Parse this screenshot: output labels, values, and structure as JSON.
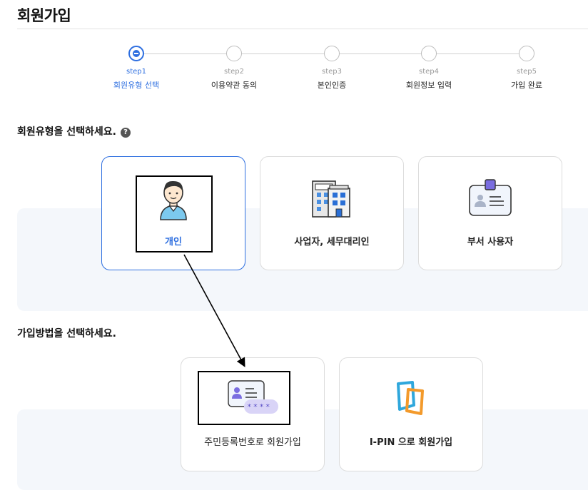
{
  "page": {
    "title": "회원가입"
  },
  "stepper": {
    "steps": [
      {
        "num": "step1",
        "name": "회원유형 선택",
        "active": true
      },
      {
        "num": "step2",
        "name": "이용약관 동의",
        "active": false
      },
      {
        "num": "step3",
        "name": "본인인증",
        "active": false
      },
      {
        "num": "step4",
        "name": "회원정보 입력",
        "active": false
      },
      {
        "num": "step5",
        "name": "가입 완료",
        "active": false
      }
    ]
  },
  "member_type": {
    "heading": "회원유형을 선택하세요.",
    "help_icon": "?",
    "options": [
      {
        "label": "개인",
        "icon": "person-icon",
        "selected": true
      },
      {
        "label": "사업자, 세무대리인",
        "icon": "building-icon",
        "selected": false
      },
      {
        "label": "부서 사용자",
        "icon": "id-badge-icon",
        "selected": false
      }
    ]
  },
  "join_method": {
    "heading": "가입방법을 선택하세요.",
    "options": [
      {
        "label": "주민등록번호로 회원가입",
        "icon": "id-card-icon",
        "mask": "****"
      },
      {
        "label": "I-PIN 으로 회원가입",
        "icon": "ipin-icon"
      }
    ]
  },
  "colors": {
    "accent": "#2e6fe0",
    "band": "#f4f7fb"
  }
}
